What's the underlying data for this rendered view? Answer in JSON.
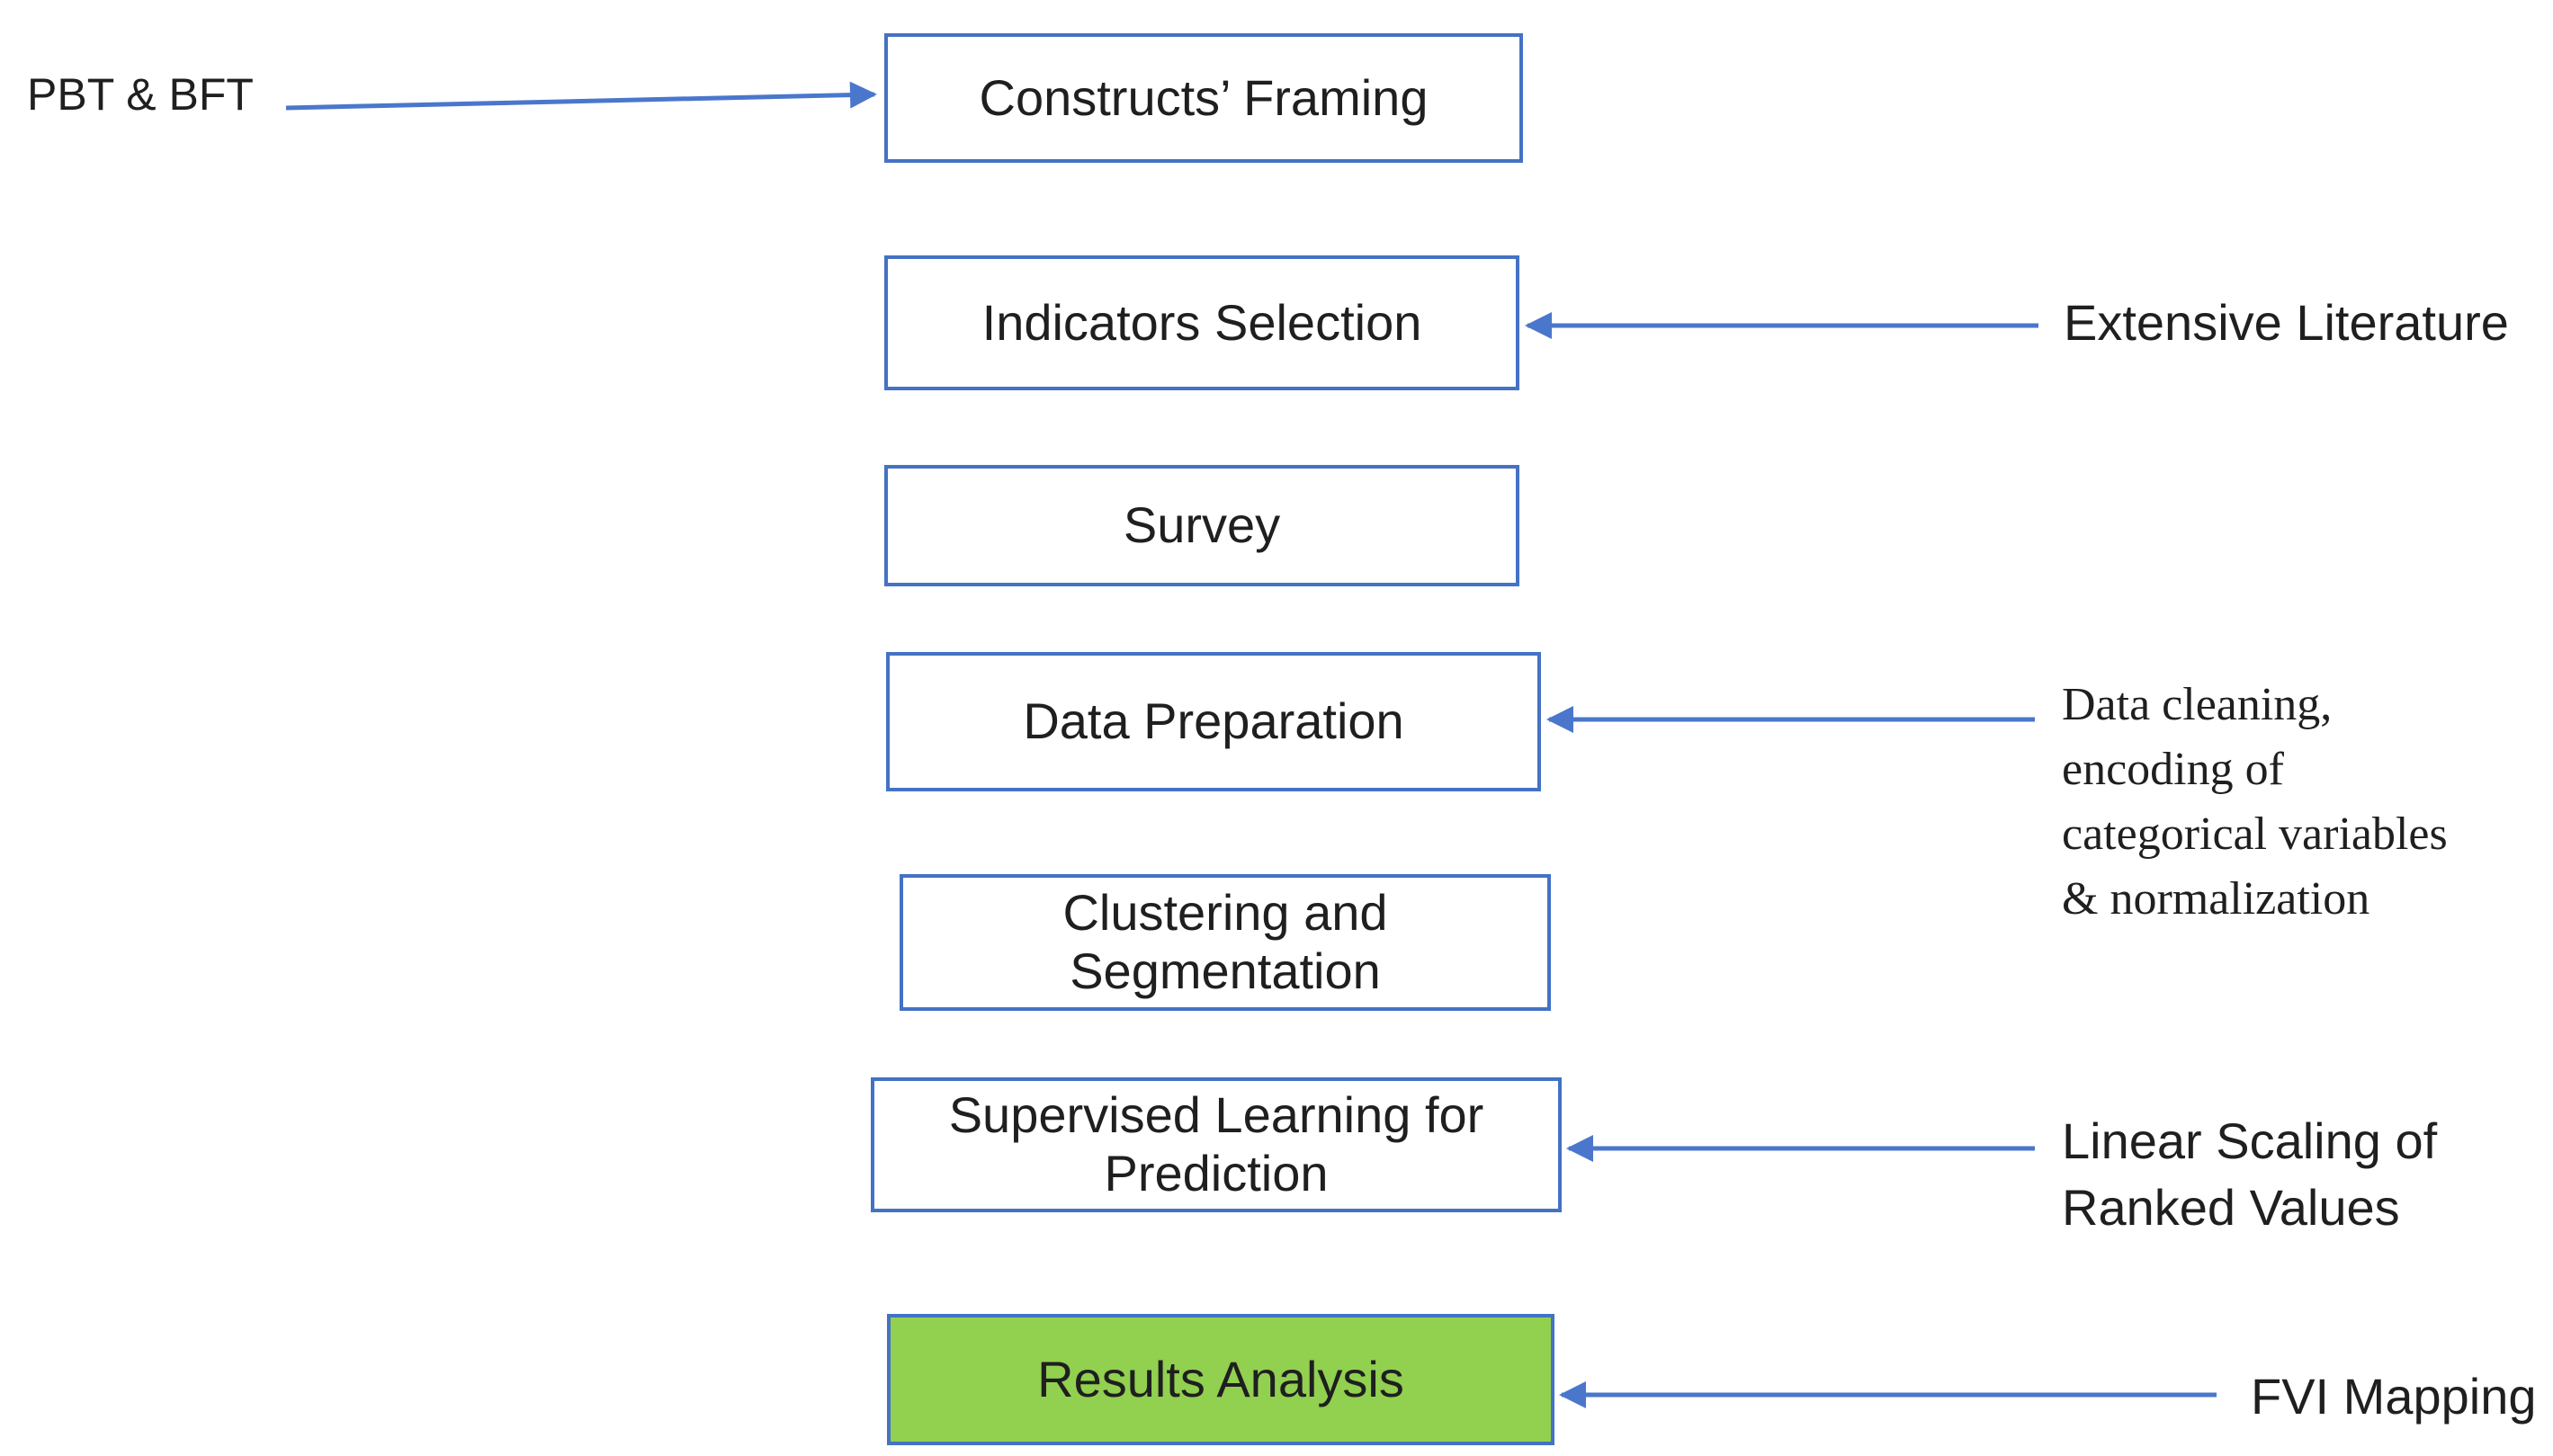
{
  "colors": {
    "box_border": "#4472C4",
    "arrow": "#4a77cc",
    "results_fill": "#92D050",
    "text": "#1f1f1f"
  },
  "boxes": [
    {
      "id": "constructs-framing",
      "label": "Constructs’ Framing"
    },
    {
      "id": "indicators-selection",
      "label": "Indicators Selection"
    },
    {
      "id": "survey",
      "label": "Survey"
    },
    {
      "id": "data-preparation",
      "label": "Data Preparation"
    },
    {
      "id": "clustering-segmentation",
      "label": "Clustering and\nSegmentation"
    },
    {
      "id": "supervised-learning",
      "label": "Supervised Learning for\nPrediction"
    },
    {
      "id": "results-analysis",
      "label": "Results Analysis"
    }
  ],
  "annotations": {
    "pbt_bft": "PBT & BFT",
    "extensive_literature": "Extensive Literature",
    "data_cleaning": "Data cleaning,\nencoding of\ncategorical variables\n& normalization",
    "linear_scaling": "Linear Scaling of\nRanked Values",
    "fvi_mapping": "FVI Mapping"
  }
}
